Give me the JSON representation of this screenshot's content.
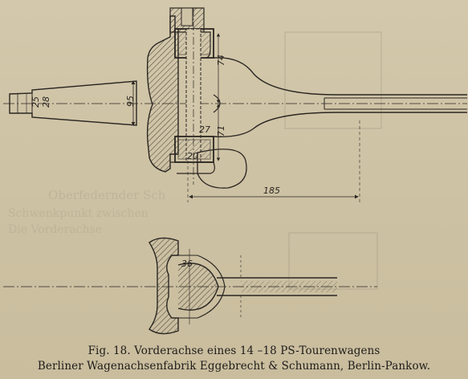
{
  "figure": {
    "caption_line1": "Fig. 18.  Vorderachse eines 14 –18 PS-Tourenwagens",
    "caption_line2": "Berliner Wagenachsenfabrik Eggebrecht & Schumann, Berlin-Pankow."
  },
  "dimensions": {
    "d_185": "185",
    "d_95": "95",
    "d_25": "25",
    "d_28": "28",
    "d_74": "74",
    "d_71": "71",
    "d_20": "20",
    "d_27": "27",
    "d_36": "36"
  },
  "bleed_through": {
    "text1": "Oberfedernder Sch",
    "text2": "Schwenkpunkt zwischen",
    "text3": "Die Vorderachse"
  },
  "colors": {
    "paper": "#cfc3a6",
    "ink": "#2a2622",
    "hatch": "#4a443d"
  }
}
